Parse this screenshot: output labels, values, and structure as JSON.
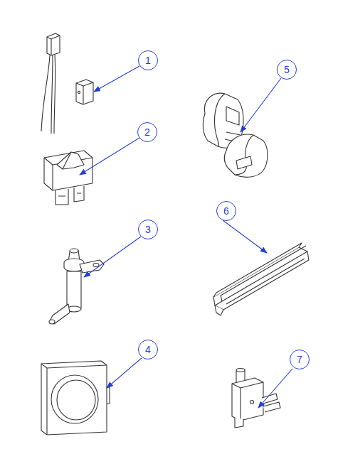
{
  "diagram": {
    "nodes": [
      {
        "text": [
          "1"
        ]
      },
      {
        "text": [
          "2"
        ]
      },
      {
        "text": [
          "5"
        ]
      },
      {
        "text": [
          "3"
        ]
      },
      {
        "text": [
          "6"
        ]
      },
      {
        "text": [
          "4"
        ]
      },
      {
        "text": [
          "7"
        ]
      }
    ]
  }
}
